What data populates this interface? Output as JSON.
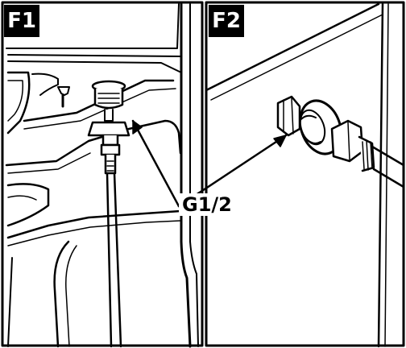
{
  "panels": [
    {
      "label": "F1"
    },
    {
      "label": "F2"
    }
  ],
  "callout": {
    "text": "G1/2"
  }
}
